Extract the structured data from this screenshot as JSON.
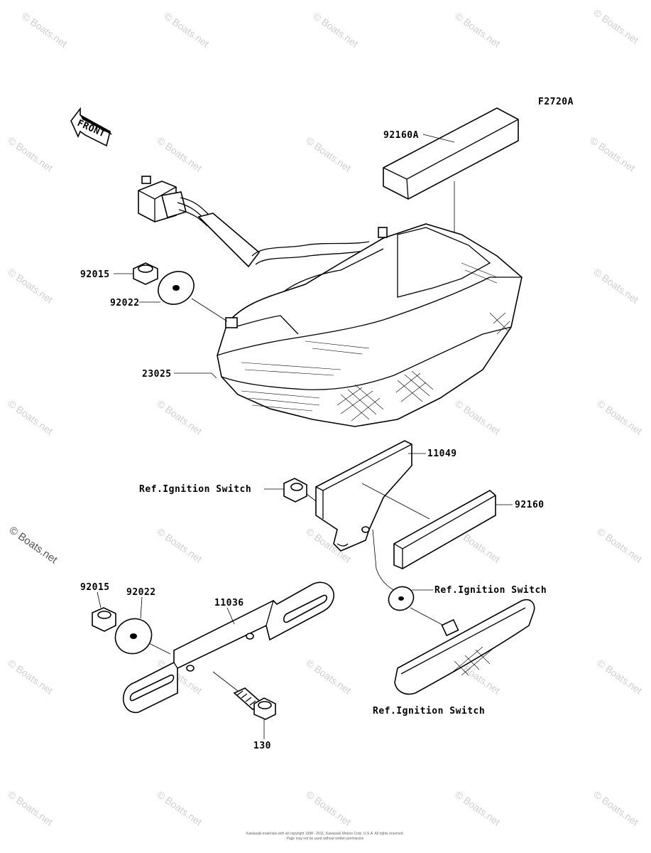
{
  "diagram": {
    "figure_code": "F2720A",
    "front_label": "FRONT",
    "callouts": {
      "p92160A": "92160A",
      "p92015_top": "92015",
      "p92022_top": "92022",
      "p23025": "23025",
      "p11049": "11049",
      "ref1": "Ref.Ignition Switch",
      "p92160": "92160",
      "ref2": "Ref.Ignition Switch",
      "p92015_bot": "92015",
      "p92022_bot": "92022",
      "p11036": "11036",
      "ref3": "Ref.Ignition Switch",
      "p130": "130"
    },
    "watermark": "© Boats.net",
    "watermark_big": "© Boats.net",
    "copyright_line1": "Kawasaki materials with all copyright 1998 - 2011, Kawasaki Motors Corp. U.S.A. All rights reserved.",
    "copyright_line2": "Page may not be used without written permission"
  }
}
